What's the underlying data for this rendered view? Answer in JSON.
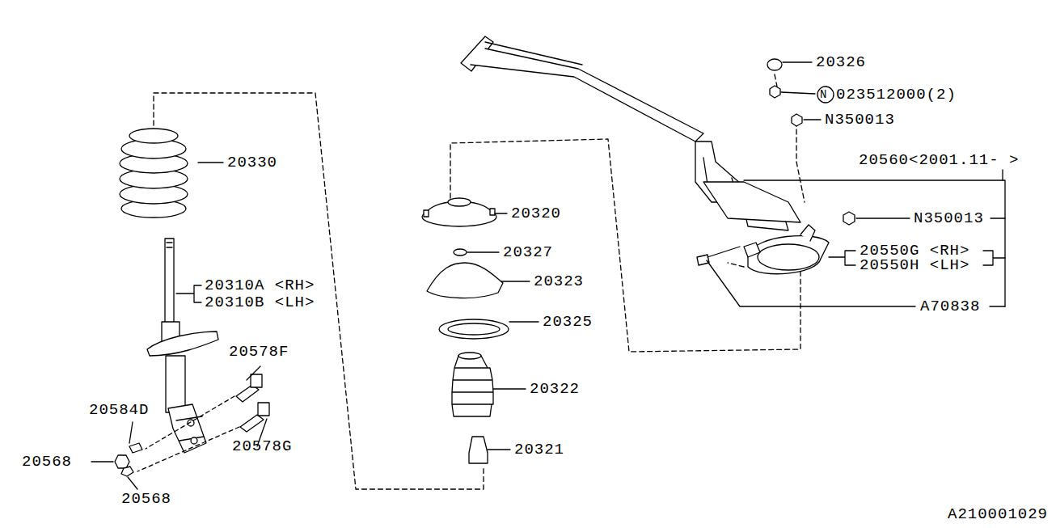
{
  "diagram": {
    "labels": [
      "20330",
      "20310A <RH>",
      "20310B <LH>",
      "20578F",
      "20584D",
      "20568",
      "20578G",
      "20568",
      "20320",
      "20327",
      "20323",
      "20325",
      "20322",
      "20321",
      "20326",
      "N",
      "023512000(2)",
      "N350013",
      "20560<2001.11-  >",
      "N350013",
      "20550G <RH>",
      "20550H <LH>",
      "A70838",
      "A210001029"
    ]
  }
}
